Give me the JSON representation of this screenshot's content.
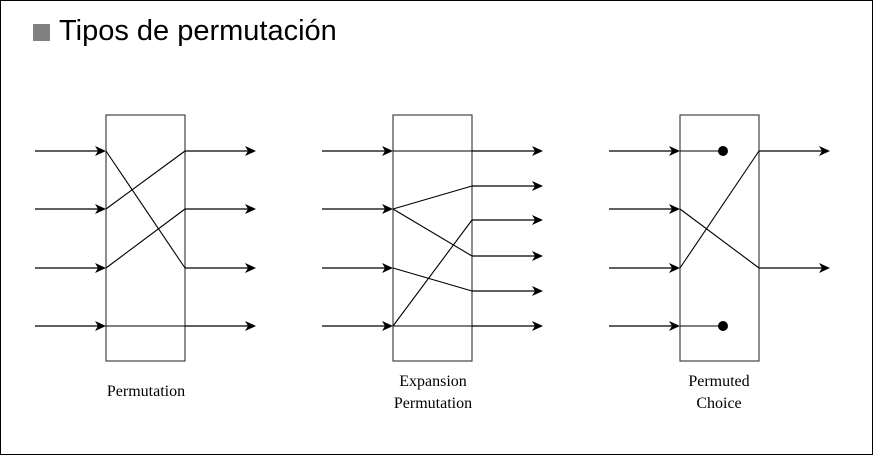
{
  "title": "Tipos de permutación",
  "diagrams": [
    {
      "label_lines": [
        "Permutation"
      ],
      "inputs": 4,
      "outputs": 4,
      "connections": [
        [
          0,
          2
        ],
        [
          1,
          0
        ],
        [
          2,
          1
        ],
        [
          3,
          3
        ]
      ],
      "dots": []
    },
    {
      "label_lines": [
        "Expansion",
        "Permutation"
      ],
      "inputs": 4,
      "outputs": 6,
      "connections": [
        [
          0,
          0
        ],
        [
          1,
          1
        ],
        [
          1,
          3
        ],
        [
          2,
          4
        ],
        [
          3,
          2
        ],
        [
          3,
          5
        ]
      ],
      "dots": []
    },
    {
      "label_lines": [
        "Permuted",
        "Choice"
      ],
      "inputs": 4,
      "outputs": 2,
      "connections": [
        [
          1,
          1
        ],
        [
          2,
          0
        ]
      ],
      "dots": [
        0,
        3
      ]
    }
  ],
  "colors": {
    "line": "#000000",
    "box": "#444444",
    "bullet": "#808080"
  }
}
